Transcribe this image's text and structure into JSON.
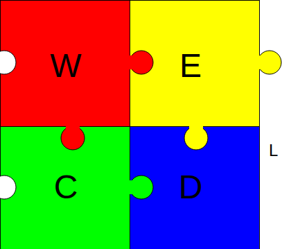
{
  "diagram": {
    "nodes": [
      {
        "text": [
          "W"
        ]
      },
      {
        "text": [
          "E"
        ]
      },
      {
        "text": [
          "C"
        ]
      },
      {
        "text": [
          "D"
        ]
      }
    ],
    "labels": [
      "L"
    ]
  }
}
